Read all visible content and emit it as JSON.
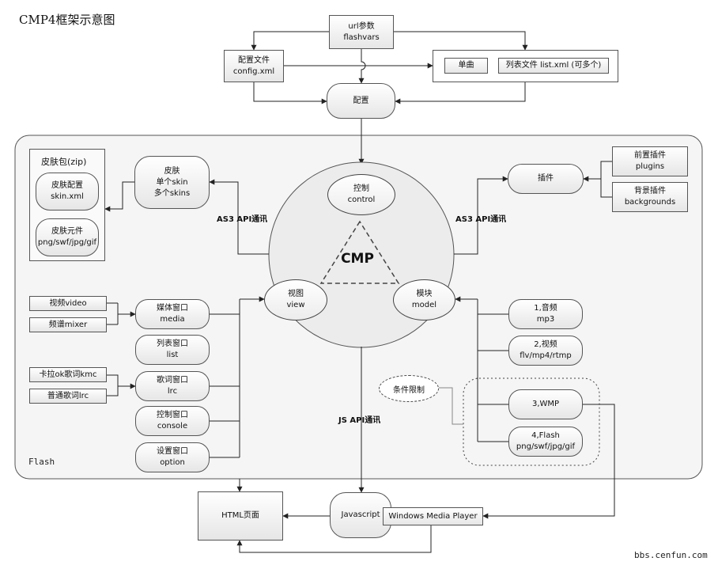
{
  "title": "CMP4框架示意图",
  "watermark": "bbs.cenfun.com",
  "flash_label": "Flash",
  "top": {
    "url_params": [
      "url参数",
      "flashvars"
    ],
    "config_file": [
      "配置文件",
      "config.xml"
    ],
    "single": "单曲",
    "list_file": "列表文件 list.xml (可多个)",
    "config": "配置"
  },
  "skin": {
    "package_title": "皮肤包(zip)",
    "skin_config": [
      "皮肤配置",
      "skin.xml"
    ],
    "skin_elements": [
      "皮肤元件",
      "png/swf/jpg/gif"
    ],
    "skins": [
      "皮肤",
      "单个skin",
      "多个skins"
    ]
  },
  "comm": {
    "as3_left": "AS3 API通讯",
    "as3_right": "AS3 API通讯",
    "js": "JS API通讯"
  },
  "core": {
    "name": "CMP",
    "control": [
      "控制",
      "control"
    ],
    "view": [
      "视图",
      "view"
    ],
    "model": [
      "模块",
      "model"
    ]
  },
  "plugins": {
    "plugins": "插件",
    "front": [
      "前置插件",
      "plugins"
    ],
    "back": [
      "背景插件",
      "backgrounds"
    ]
  },
  "view_windows": {
    "video": "视频video",
    "mixer": "频谱mixer",
    "media": [
      "媒体窗口",
      "media"
    ],
    "list": [
      "列表窗口",
      "list"
    ],
    "kmc": "卡拉ok歌词kmc",
    "lrc_src": "普通歌词lrc",
    "lrc": [
      "歌词窗口",
      "lrc"
    ],
    "console": [
      "控制窗口",
      "console"
    ],
    "option": [
      "设置窗口",
      "option"
    ]
  },
  "models": {
    "audio": [
      "1,音频",
      "mp3"
    ],
    "video": [
      "2,视频",
      "flv/mp4/rtmp"
    ],
    "wmp": "3,WMP",
    "flash": [
      "4,Flash",
      "png/swf/jpg/gif"
    ],
    "condition": "条件限制"
  },
  "bottom": {
    "html": "HTML页面",
    "javascript": "Javascript",
    "wmp": "Windows Media Player"
  }
}
